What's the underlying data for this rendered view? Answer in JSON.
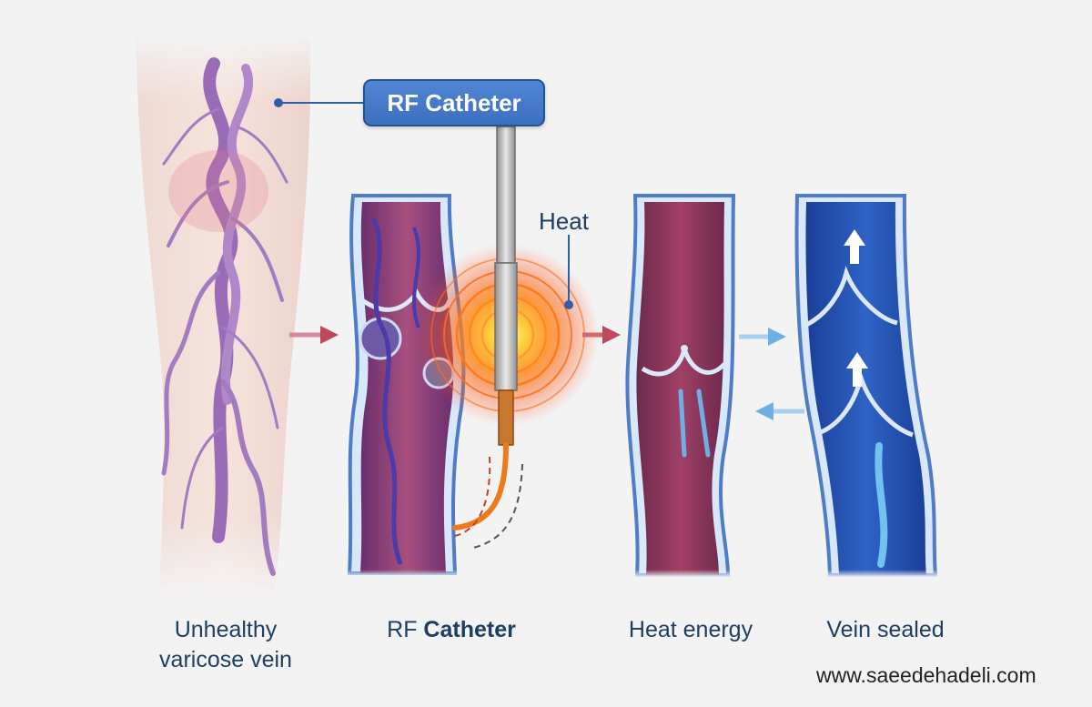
{
  "callout": {
    "label": "RF Catheter"
  },
  "heat_label": "Heat",
  "captions": {
    "leg_line1": "Unhealthy",
    "leg_line2": "varicose vein",
    "catheter_prefix": "RF ",
    "catheter_bold": "Catheter",
    "heat_energy": "Heat energy",
    "sealed": "Vein sealed"
  },
  "watermark": "www.saeedehadeli.com",
  "colors": {
    "background": "#f3f3f4",
    "text": "#1f3f62",
    "callout_fill": "#4377c8",
    "arrow_red": "#c0485e",
    "arrow_blue": "#6fb0e3",
    "vein_purple": "#8a3f7d",
    "sealed_blue": "#2453b0",
    "heat_orange": "#ff8a1c"
  }
}
